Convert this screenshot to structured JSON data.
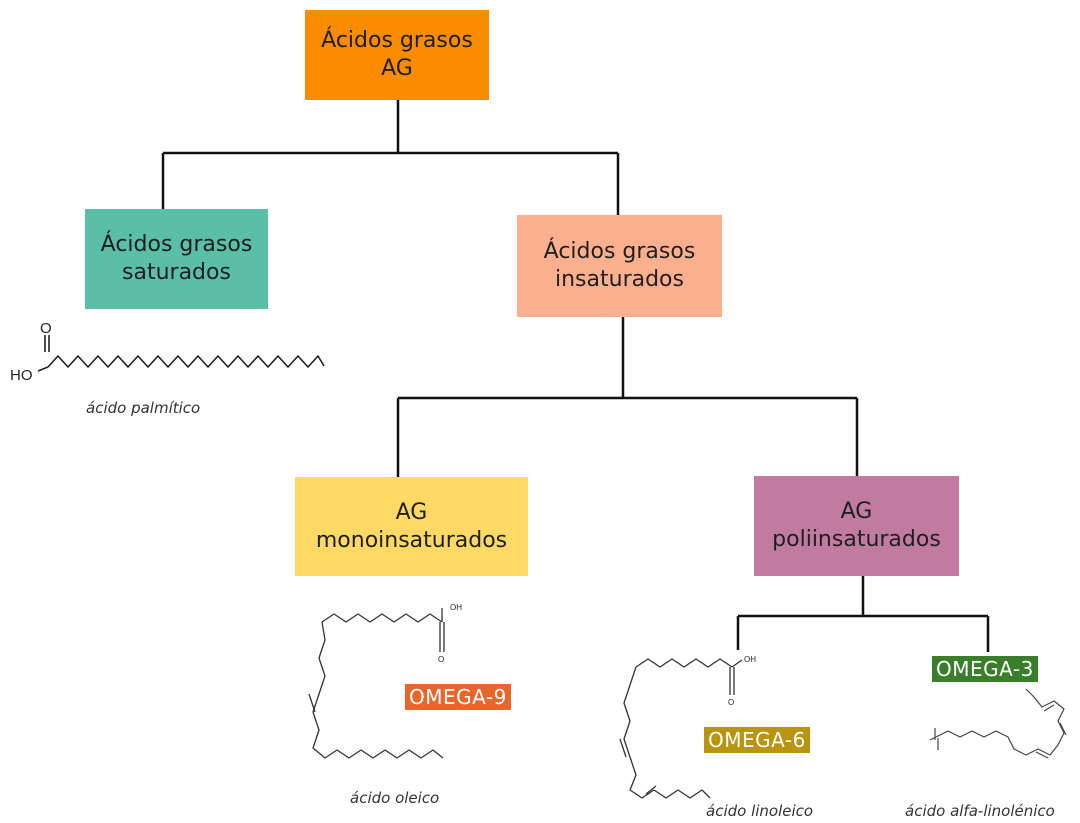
{
  "nodes": {
    "root": {
      "line1": "Ácidos grasos",
      "line2": "AG"
    },
    "saturated": {
      "line1": "Ácidos grasos",
      "line2": "saturados"
    },
    "unsaturated": {
      "line1": "Ácidos grasos",
      "line2": "insaturados"
    },
    "mono": {
      "line1": "AG",
      "line2": "monoinsaturados"
    },
    "poly": {
      "line1": "AG",
      "line2": "poliinsaturados"
    }
  },
  "tags": {
    "omega9": "OMEGA-9",
    "omega6": "OMEGA-6",
    "omega3": "OMEGA-3"
  },
  "captions": {
    "palmitic": "ácido palmítico",
    "oleic": "ácido oleico",
    "linoleic": "ácido linoleico",
    "alpha_linolenic": "ácido alfa-linolénico"
  },
  "structure_labels": {
    "palmitic_o": "O",
    "palmitic_ho": "HO",
    "oleic_oh": "OH",
    "oleic_o": "O",
    "linoleic_oh": "OH",
    "linoleic_o": "O"
  },
  "colors": {
    "root": "#fb8c00",
    "saturated": "#5bbfa8",
    "unsaturated": "#fdb08f",
    "mono": "#fed966",
    "poly": "#c27ba0",
    "omega9": "#e8652c",
    "omega6": "#b8940f",
    "omega3": "#3a7d2a"
  }
}
